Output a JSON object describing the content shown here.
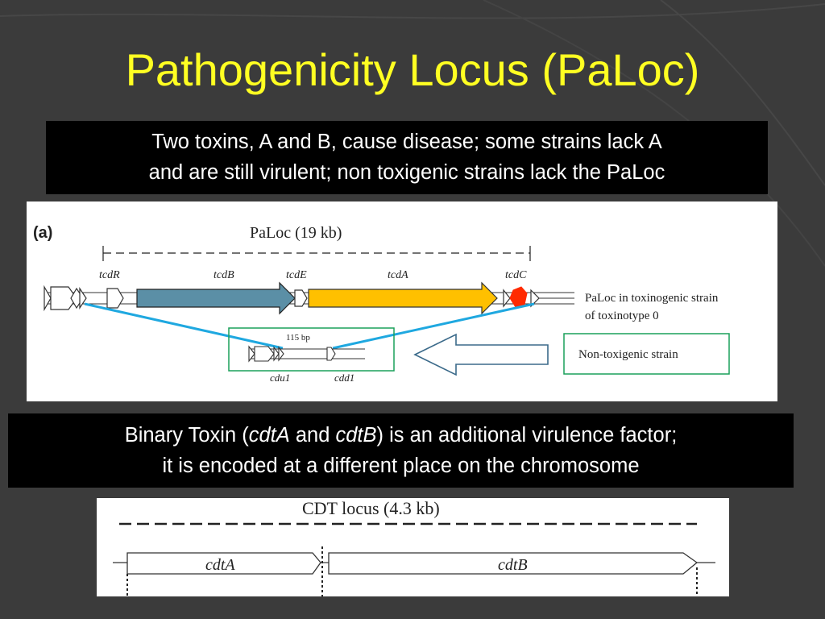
{
  "slide": {
    "title": "Pathogenicity Locus (PaLoc)",
    "callout_1": {
      "line1": "Two toxins, A and B, cause disease; some strains lack A",
      "line2": "and are still virulent; non toxigenic strains lack the PaLoc"
    },
    "callout_2": {
      "line1_before": "Binary Toxin (",
      "gene_a": "cdtA",
      "line1_mid": " and ",
      "gene_b": "cdtB",
      "line1_after": ") is an additional virulence factor;",
      "line2": "it is encoded at a different place on the chromosome"
    }
  },
  "paloc_figure": {
    "panel_label": "(a)",
    "locus_label": "PaLoc (19 kb)",
    "genes": {
      "tcdR": "tcdR",
      "tcdB": "tcdB",
      "tcdE": "tcdE",
      "tcdA": "tcdA",
      "tcdC": "tcdC"
    },
    "toxigenic_label_line1": "PaLoc in toxinogenic strain",
    "toxigenic_label_line2": "of toxinotype 0",
    "insert_size": "115 bp",
    "cdu1": "cdu1",
    "cdd1": "cdd1",
    "nontoxigenic_label": "Non-toxigenic strain",
    "colors": {
      "tcdB": "#5b8fa6",
      "tcdA": "#ffc000",
      "tcdC": "#ff2a00",
      "link_lines": "#1fa8e0",
      "box_border": "#1aa05a"
    }
  },
  "cdt_figure": {
    "locus_label": "CDT locus  (4.3 kb)",
    "gene_a_label": "cdtA",
    "gene_b_label": "cdtB"
  }
}
